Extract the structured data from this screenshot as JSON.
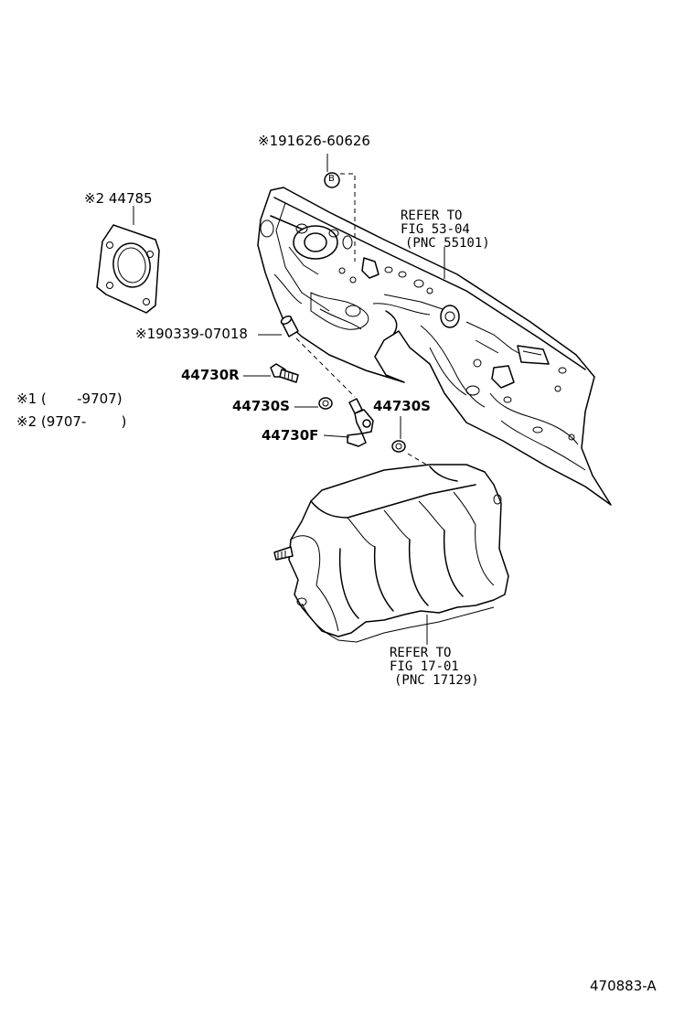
{
  "callouts": {
    "bolt_b": "※191626-60626",
    "gasket": "※2 44785",
    "pin": "※190339-07018",
    "part_r": "44730R",
    "part_s_left": "44730S",
    "part_s_right": "44730S",
    "part_f": "44730F"
  },
  "legend": {
    "note1": "※1 (       -9707)",
    "note2": "※2 (9707-        )"
  },
  "references": {
    "dashboard_ref": [
      "REFER TO",
      "FIG 53-04",
      "(PNC 55101)"
    ],
    "manifold_ref": [
      "REFER TO",
      "FIG 17-01",
      "(PNC 17129)"
    ]
  },
  "circle_marker": "B",
  "figure_id": "470883-A"
}
